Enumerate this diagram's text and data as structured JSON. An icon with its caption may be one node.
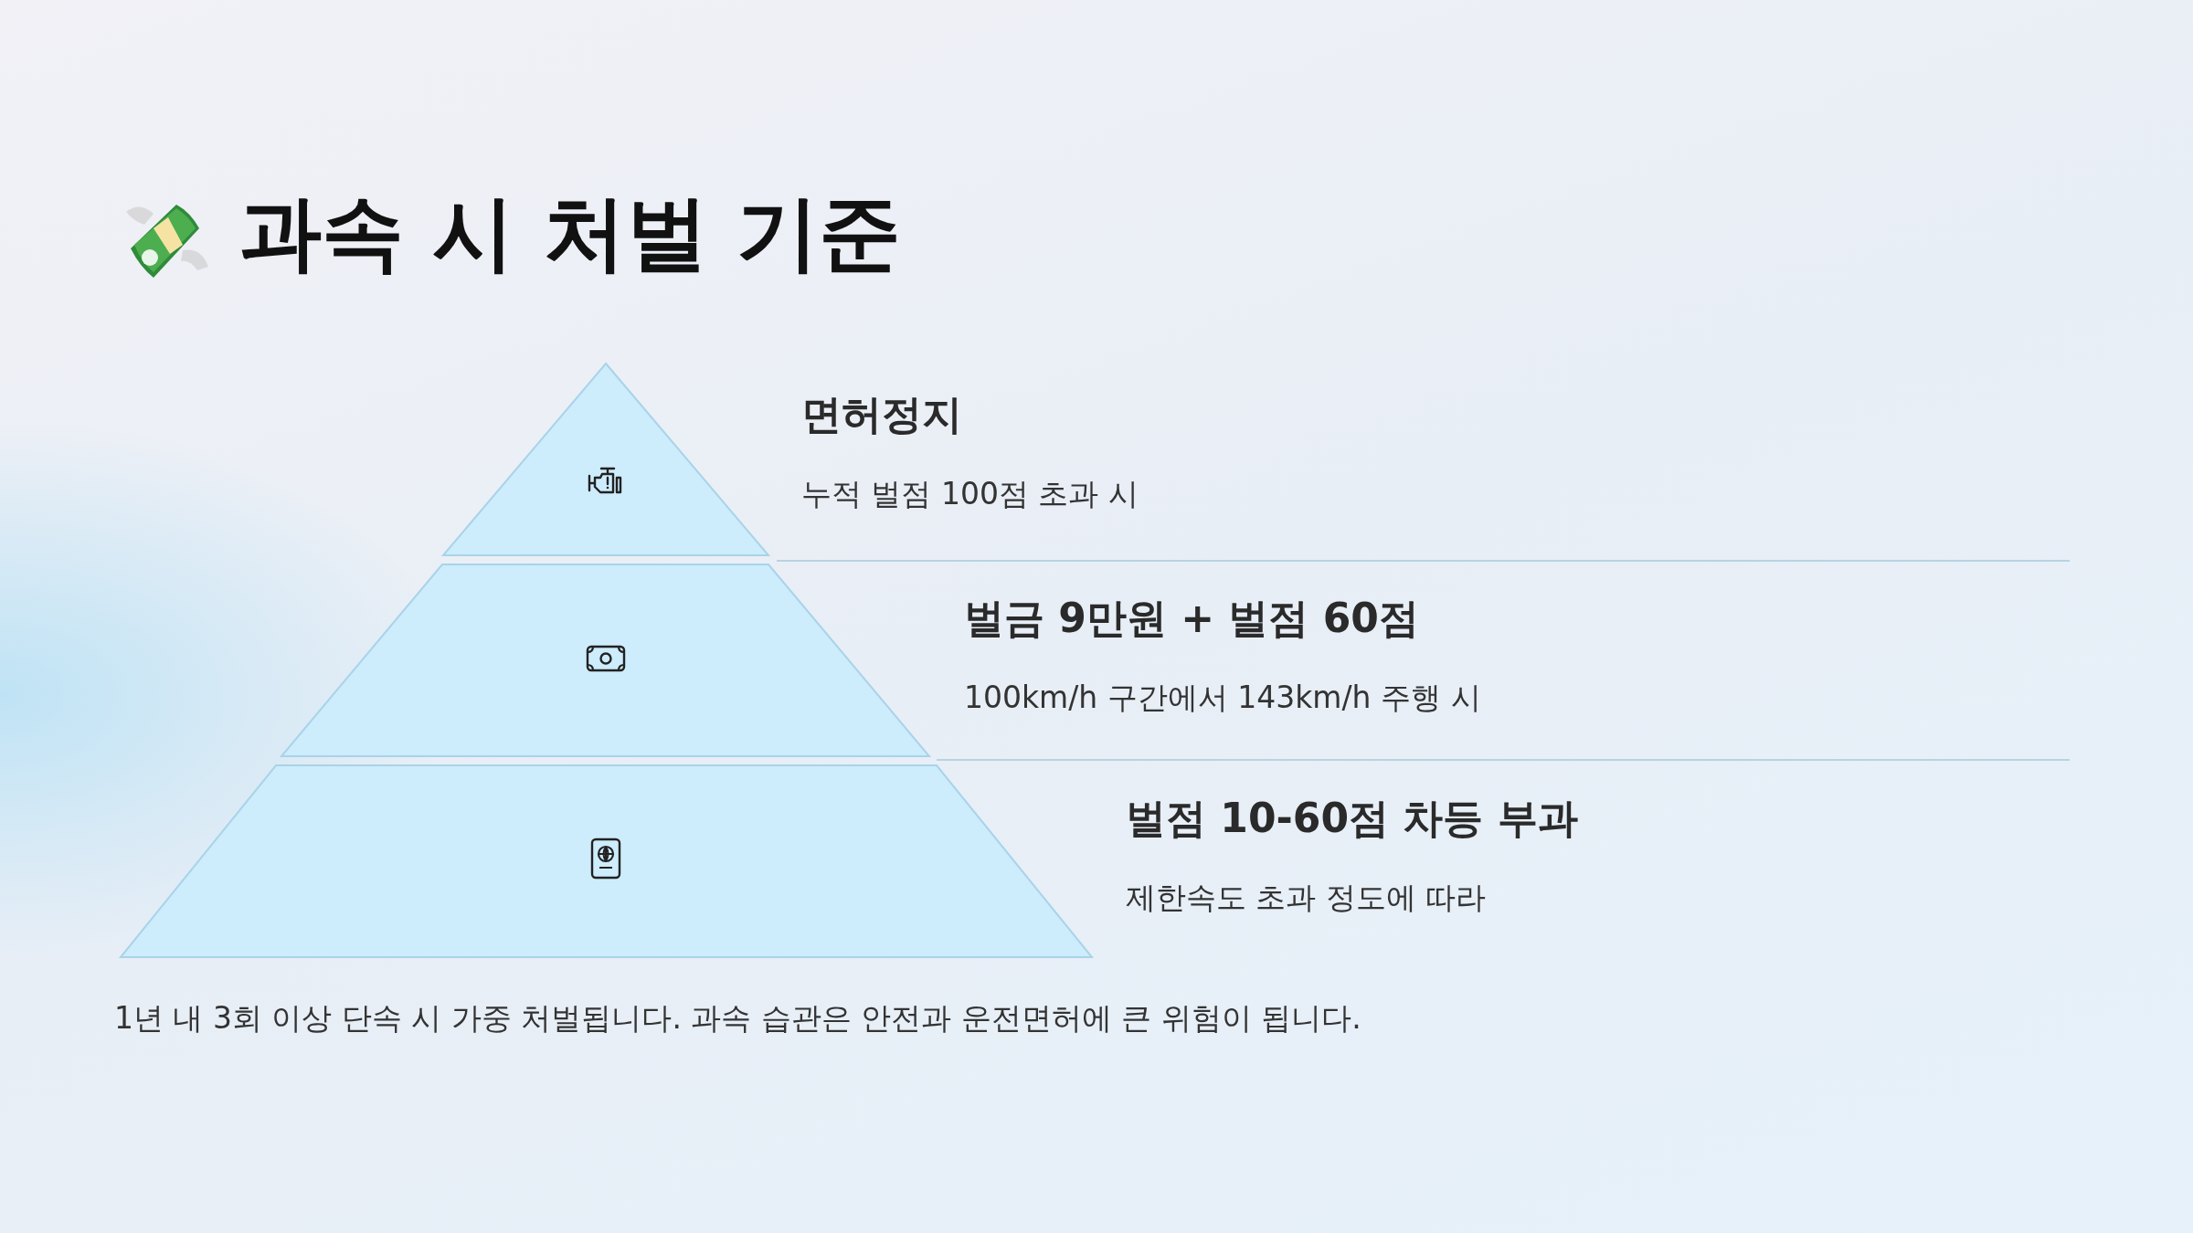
{
  "diagram": {
    "title": "과속 시 처벌 기준",
    "caption": "1년 내 3회 이상 단속 시 가중 처벌됩니다. 과속 습관은 안전과 운전면허에 큰 위험이 됩니다.",
    "nodes": [
      {
        "text": [],
        "shape": "triangle",
        "beside": [
          "면허정지",
          "누적 벌점 100점 초과 시"
        ]
      },
      {
        "text": [],
        "shape": "trapezoid",
        "beside": [
          "벌금 9만원 + 벌점 60점",
          "100km/h 구간에서 143km/h 주행 시"
        ]
      },
      {
        "text": [],
        "shape": "trapezoid",
        "beside": [
          "벌점 10-60점 차등 부과",
          "제한속도 초과 정도에 따라"
        ]
      }
    ]
  }
}
